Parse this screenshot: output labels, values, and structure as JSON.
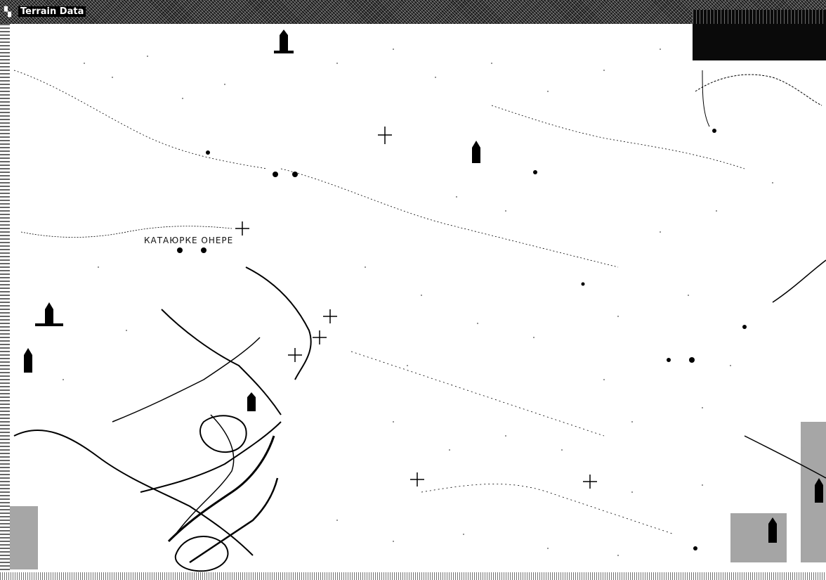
{
  "window": {
    "title": "Terrain Data"
  },
  "map": {
    "labels": [
      {
        "id": "place-1",
        "text": "КАТАЮРКЕ ОНЕРЕ"
      }
    ]
  }
}
